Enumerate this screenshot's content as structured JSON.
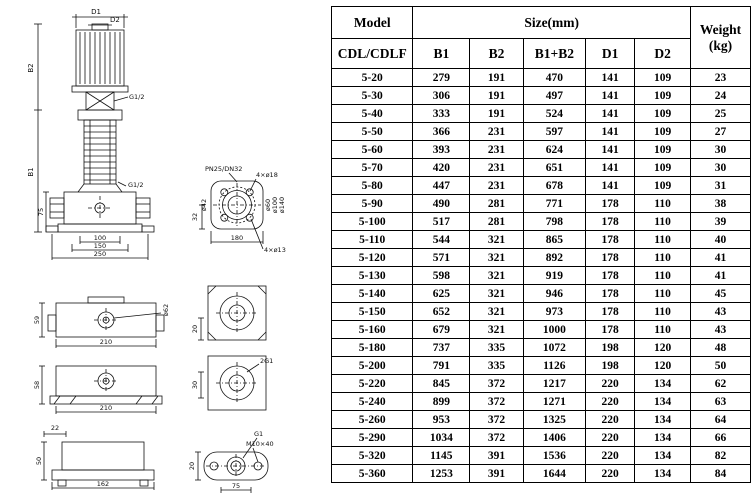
{
  "drawing": {
    "elevation": {
      "d1": "D1",
      "d2": "D2",
      "b2": "B2",
      "b1": "B1",
      "g12_upper": "G1/2",
      "g12_lower": "G1/2",
      "h75": "75",
      "w100": "100",
      "w150": "150",
      "w250": "250"
    },
    "flange": {
      "spec": "PN25/DN32",
      "bolts_top": "4×ø18",
      "d42": "ø42",
      "d60": "ø60",
      "d100": "ø100",
      "d140": "ø140",
      "off32": "32",
      "w180": "180",
      "bolts_bottom": "4×ø13"
    },
    "view_a": {
      "h59": "59",
      "w210": "210",
      "d62": "ø62"
    },
    "view_b": {
      "h58": "58",
      "w210": "210"
    },
    "view_c": {
      "t22": "22",
      "h50": "50",
      "w162": "162"
    },
    "view_d": {
      "h20": "20"
    },
    "view_e": {
      "port": "2G1",
      "h30": "30"
    },
    "view_f": {
      "g1": "G1",
      "bolt": "M10×40",
      "h20": "20",
      "w75": "75"
    }
  },
  "table": {
    "header": {
      "model": "Model",
      "size": "Size(mm)",
      "weight_line1": "Weight",
      "weight_line2": "(kg)",
      "sub": "CDL/CDLF",
      "cols": [
        "B1",
        "B2",
        "B1+B2",
        "D1",
        "D2"
      ]
    },
    "rows": [
      [
        "5-20",
        "279",
        "191",
        "470",
        "141",
        "109",
        "23"
      ],
      [
        "5-30",
        "306",
        "191",
        "497",
        "141",
        "109",
        "24"
      ],
      [
        "5-40",
        "333",
        "191",
        "524",
        "141",
        "109",
        "25"
      ],
      [
        "5-50",
        "366",
        "231",
        "597",
        "141",
        "109",
        "27"
      ],
      [
        "5-60",
        "393",
        "231",
        "624",
        "141",
        "109",
        "30"
      ],
      [
        "5-70",
        "420",
        "231",
        "651",
        "141",
        "109",
        "30"
      ],
      [
        "5-80",
        "447",
        "231",
        "678",
        "141",
        "109",
        "31"
      ],
      [
        "5-90",
        "490",
        "281",
        "771",
        "178",
        "110",
        "38"
      ],
      [
        "5-100",
        "517",
        "281",
        "798",
        "178",
        "110",
        "39"
      ],
      [
        "5-110",
        "544",
        "321",
        "865",
        "178",
        "110",
        "40"
      ],
      [
        "5-120",
        "571",
        "321",
        "892",
        "178",
        "110",
        "41"
      ],
      [
        "5-130",
        "598",
        "321",
        "919",
        "178",
        "110",
        "41"
      ],
      [
        "5-140",
        "625",
        "321",
        "946",
        "178",
        "110",
        "45"
      ],
      [
        "5-150",
        "652",
        "321",
        "973",
        "178",
        "110",
        "43"
      ],
      [
        "5-160",
        "679",
        "321",
        "1000",
        "178",
        "110",
        "43"
      ],
      [
        "5-180",
        "737",
        "335",
        "1072",
        "198",
        "120",
        "48"
      ],
      [
        "5-200",
        "791",
        "335",
        "1126",
        "198",
        "120",
        "50"
      ],
      [
        "5-220",
        "845",
        "372",
        "1217",
        "220",
        "134",
        "62"
      ],
      [
        "5-240",
        "899",
        "372",
        "1271",
        "220",
        "134",
        "63"
      ],
      [
        "5-260",
        "953",
        "372",
        "1325",
        "220",
        "134",
        "64"
      ],
      [
        "5-290",
        "1034",
        "372",
        "1406",
        "220",
        "134",
        "66"
      ],
      [
        "5-320",
        "1145",
        "391",
        "1536",
        "220",
        "134",
        "82"
      ],
      [
        "5-360",
        "1253",
        "391",
        "1644",
        "220",
        "134",
        "84"
      ]
    ]
  }
}
